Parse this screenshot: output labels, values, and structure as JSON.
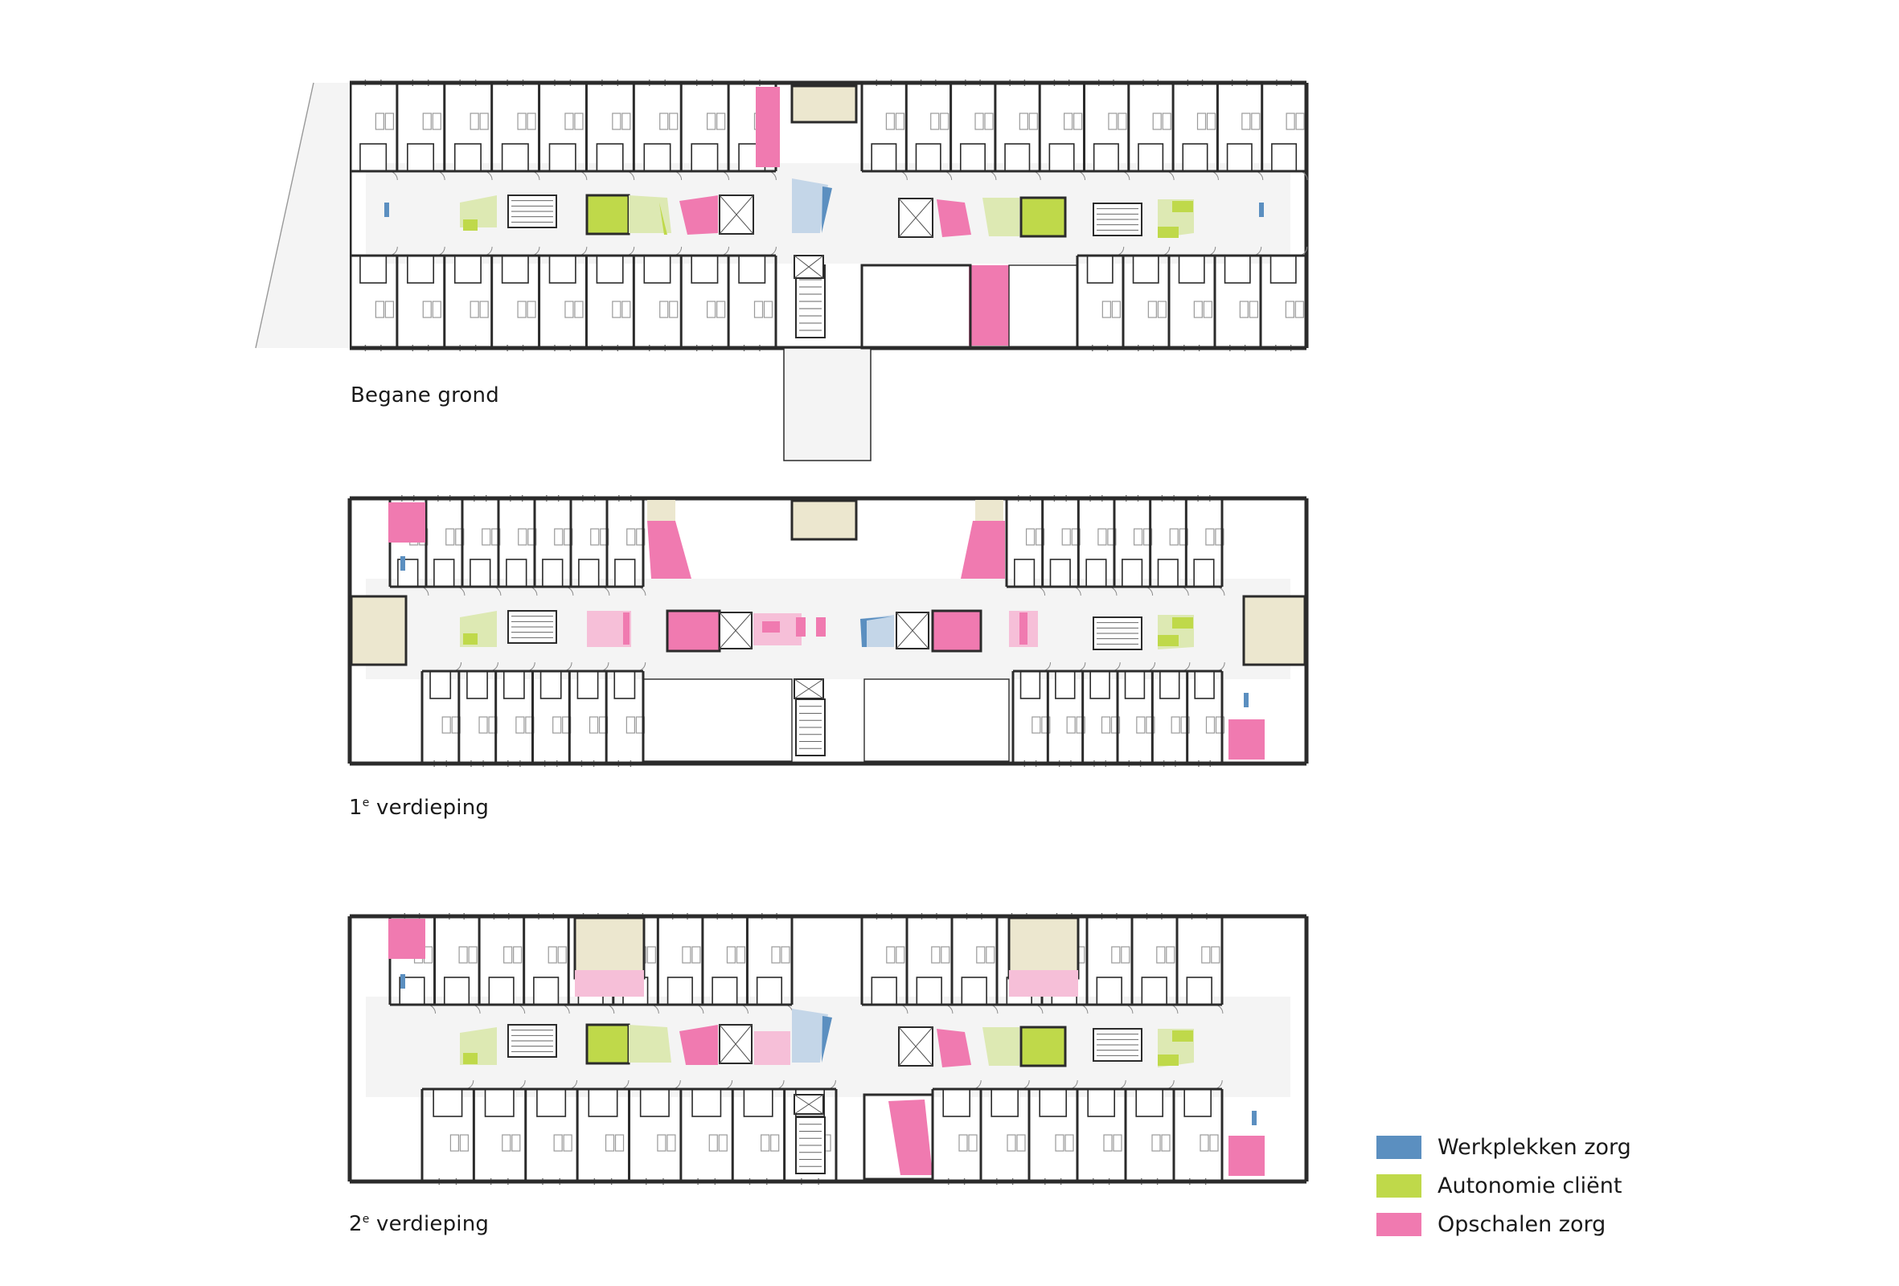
{
  "floors": [
    {
      "id": "ground",
      "label": "Begane grond",
      "ordinal": "",
      "suffix": ""
    },
    {
      "id": "first",
      "label": "",
      "ordinal": "1",
      "sup": "e",
      "suffix": " verdieping"
    },
    {
      "id": "second",
      "label": "",
      "ordinal": "2",
      "sup": "e",
      "suffix": " verdieping"
    }
  ],
  "legend": [
    {
      "key": "werkplekken",
      "label": "Werkplekken zorg",
      "color": "#5b8fc0"
    },
    {
      "key": "autonomie",
      "label": "Autonomie cliënt",
      "color": "#bfd94a"
    },
    {
      "key": "opschalen",
      "label": "Opschalen zorg",
      "color": "#f07ab0"
    }
  ],
  "colors": {
    "wall": "#2b2b2b",
    "corridor": "#f4f4f4",
    "beige": "#ece7cf",
    "light_blue": "#c4d6e8",
    "light_green": "#dde9b3",
    "light_pink": "#f6bfd8"
  }
}
